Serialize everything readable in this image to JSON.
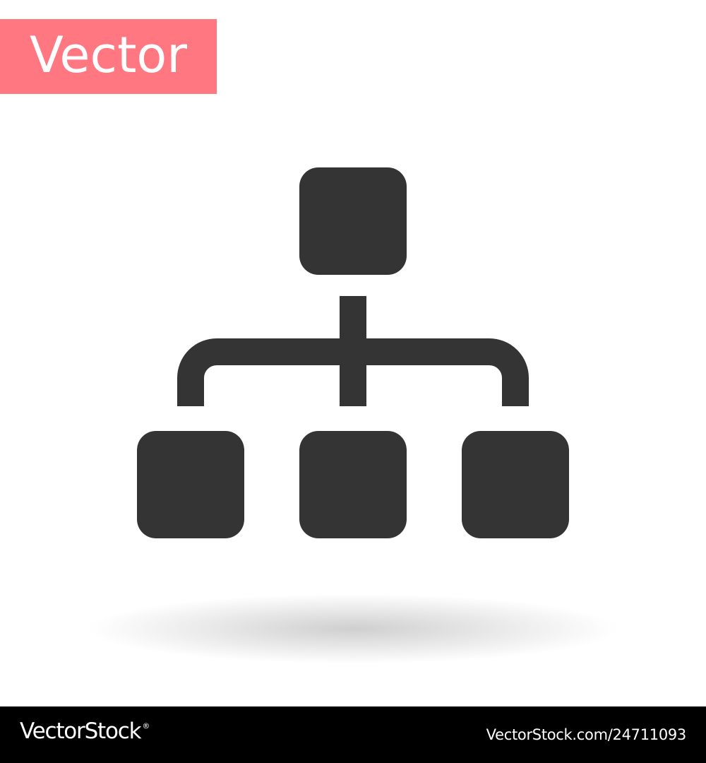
{
  "badge": {
    "text": "Vector",
    "background_color": "#ff7780",
    "text_color": "#ffffff"
  },
  "icon": {
    "name": "hierarchy-icon",
    "color": "#343434",
    "shadow_color": "#cfcfcf"
  },
  "footer": {
    "brand": "VectorStock",
    "brand_registered_mark": "®",
    "image_id": "VectorStock.com/24711093",
    "background_color": "#000000",
    "text_color": "#ffffff"
  },
  "page": {
    "background_color": "#ffffff"
  }
}
